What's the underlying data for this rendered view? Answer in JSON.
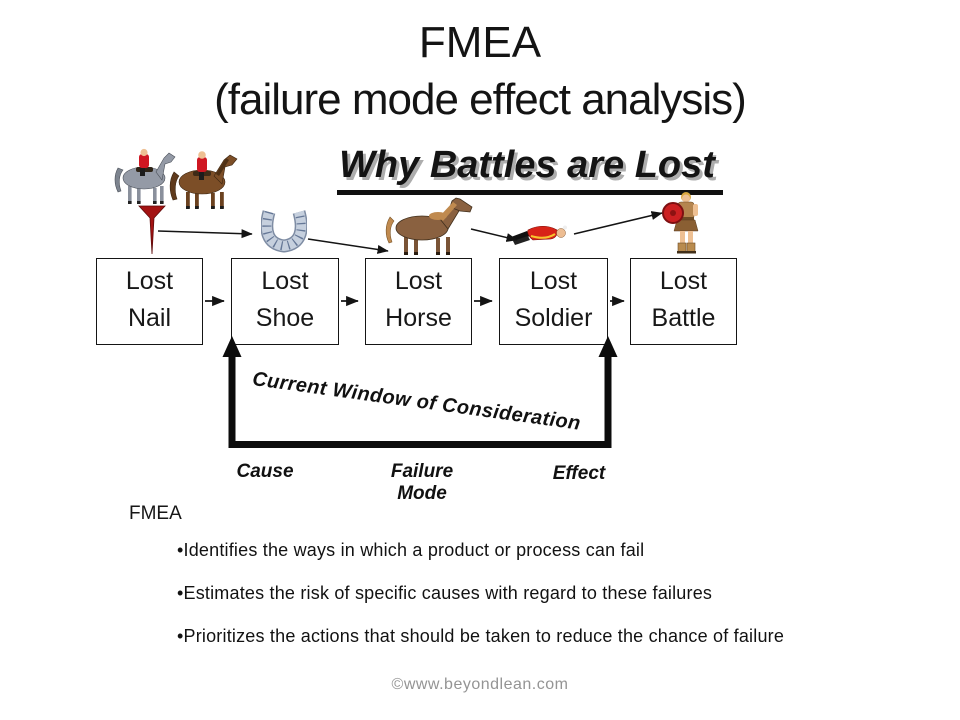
{
  "slide": {
    "title_line1": "FMEA",
    "title_line2": "(failure mode effect analysis)",
    "subtitle": "Why Battles are Lost"
  },
  "chain": {
    "boxes": [
      {
        "line1": "Lost",
        "line2": "Nail"
      },
      {
        "line1": "Lost",
        "line2": "Shoe"
      },
      {
        "line1": "Lost",
        "line2": "Horse"
      },
      {
        "line1": "Lost",
        "line2": "Soldier"
      },
      {
        "line1": "Lost",
        "line2": "Battle"
      }
    ],
    "window_label": "Current Window of Consideration",
    "labels": {
      "cause": "Cause",
      "failure_line1": "Failure",
      "failure_line2": "Mode",
      "effect": "Effect"
    }
  },
  "fmea_section": {
    "heading": "FMEA",
    "bullets": [
      "•Identifies the ways in which a product or process can fail",
      "•Estimates the risk of specific causes with regard to these failures",
      "•Prioritizes the actions that should be taken to reduce the chance of failure"
    ]
  },
  "footer": "©www.beyondlean.com",
  "clipart": {
    "horsemen": "two-horsemen-clipart",
    "nail": "nail-clipart",
    "horseshoe": "horseshoe-clipart",
    "horse": "horse-clipart",
    "soldier": "fallen-soldier-clipart",
    "warrior": "warrior-with-shield-clipart"
  },
  "colors": {
    "text": "#141414",
    "footer_text": "#949494",
    "rider_red": "#cf1722",
    "nail_red": "#a31212",
    "horseshoe_blue": "#c6d0de",
    "horse_brown": "#8a6140",
    "shield_red": "#cc2022"
  }
}
